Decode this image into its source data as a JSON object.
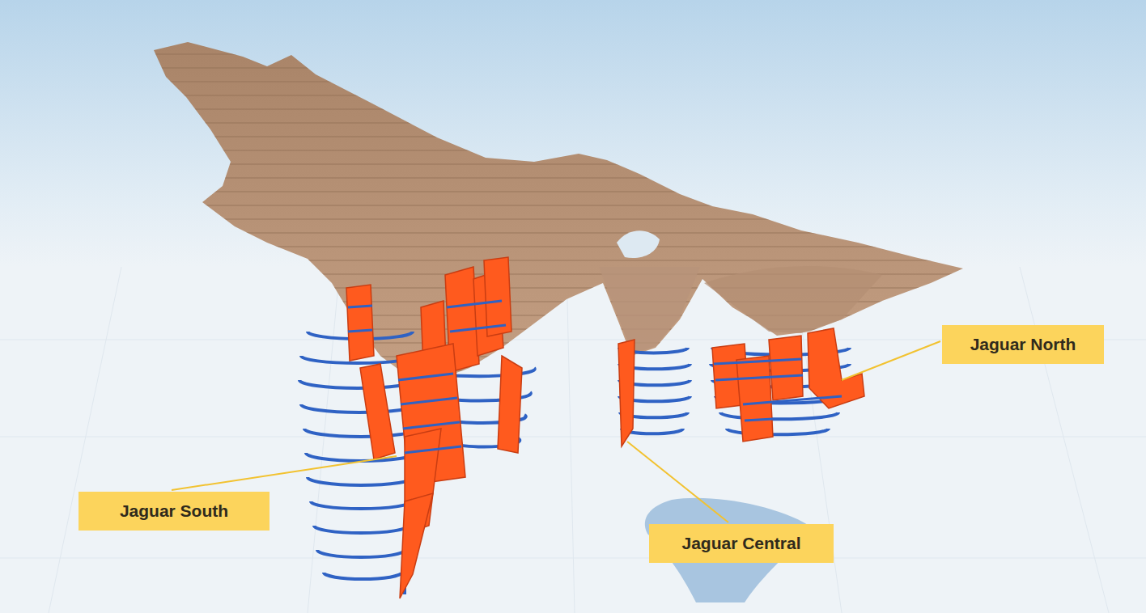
{
  "diagram": {
    "nodes": [
      {
        "text": [
          "Jaguar North"
        ]
      },
      {
        "text": [
          "Jaguar South"
        ]
      },
      {
        "text": [
          "Jaguar Central"
        ]
      }
    ]
  }
}
